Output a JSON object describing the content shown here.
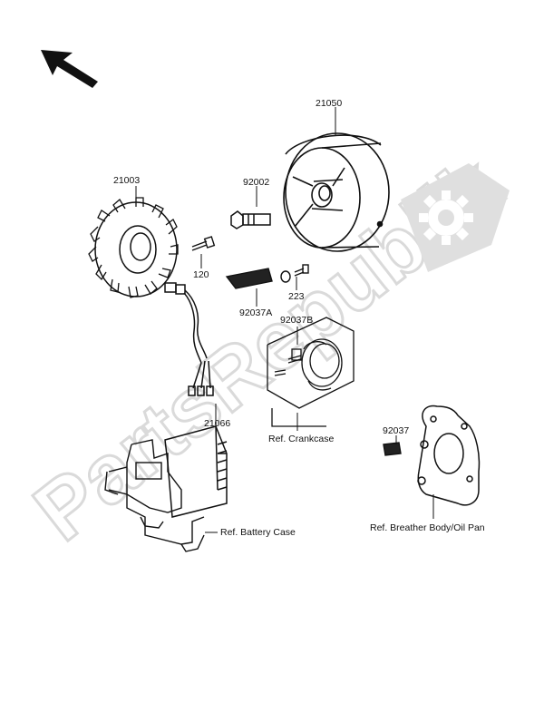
{
  "watermark": {
    "text": "PartsRepublik",
    "color": "#d9d9d9"
  },
  "part_labels": {
    "p21050": "21050",
    "p21003": "21003",
    "p92002": "92002",
    "p120": "120",
    "p223": "223",
    "p92037A": "92037A",
    "p92037B": "92037B",
    "p21066": "21066",
    "p92037": "92037"
  },
  "refs": {
    "crankcase": "Ref. Crankcase",
    "battery_case": "Ref. Battery Case",
    "breather": "Ref. Breather Body/Oil Pan"
  },
  "icons": {
    "direction_arrow": "front-direction-arrow-icon",
    "gear": "gear-icon"
  }
}
